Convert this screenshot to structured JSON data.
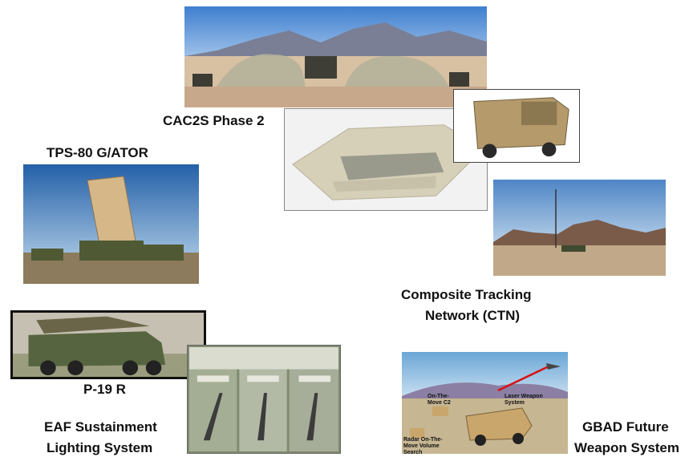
{
  "labels": {
    "cac2s": "CAC2S Phase 2",
    "tps80": "TPS-80 G/ATOR",
    "ctn_line1": "Composite Tracking",
    "ctn_line2": "Network (CTN)",
    "p19": "P-19 R",
    "eaf_line1": "EAF Sustainment",
    "eaf_line2": "Lighting System",
    "gbad_line1": "GBAD Future",
    "gbad_line2": "Weapon System"
  },
  "gbad_diagram": {
    "laser": "Laser Weapon System",
    "otm_c2": "On-The-Move C2",
    "radar": "Radar On-The-Move Volume Search"
  },
  "colors": {
    "laser_beam": "#d81010",
    "vehicle_tan": "#c9a66b",
    "military_green": "#5d6b3f"
  }
}
